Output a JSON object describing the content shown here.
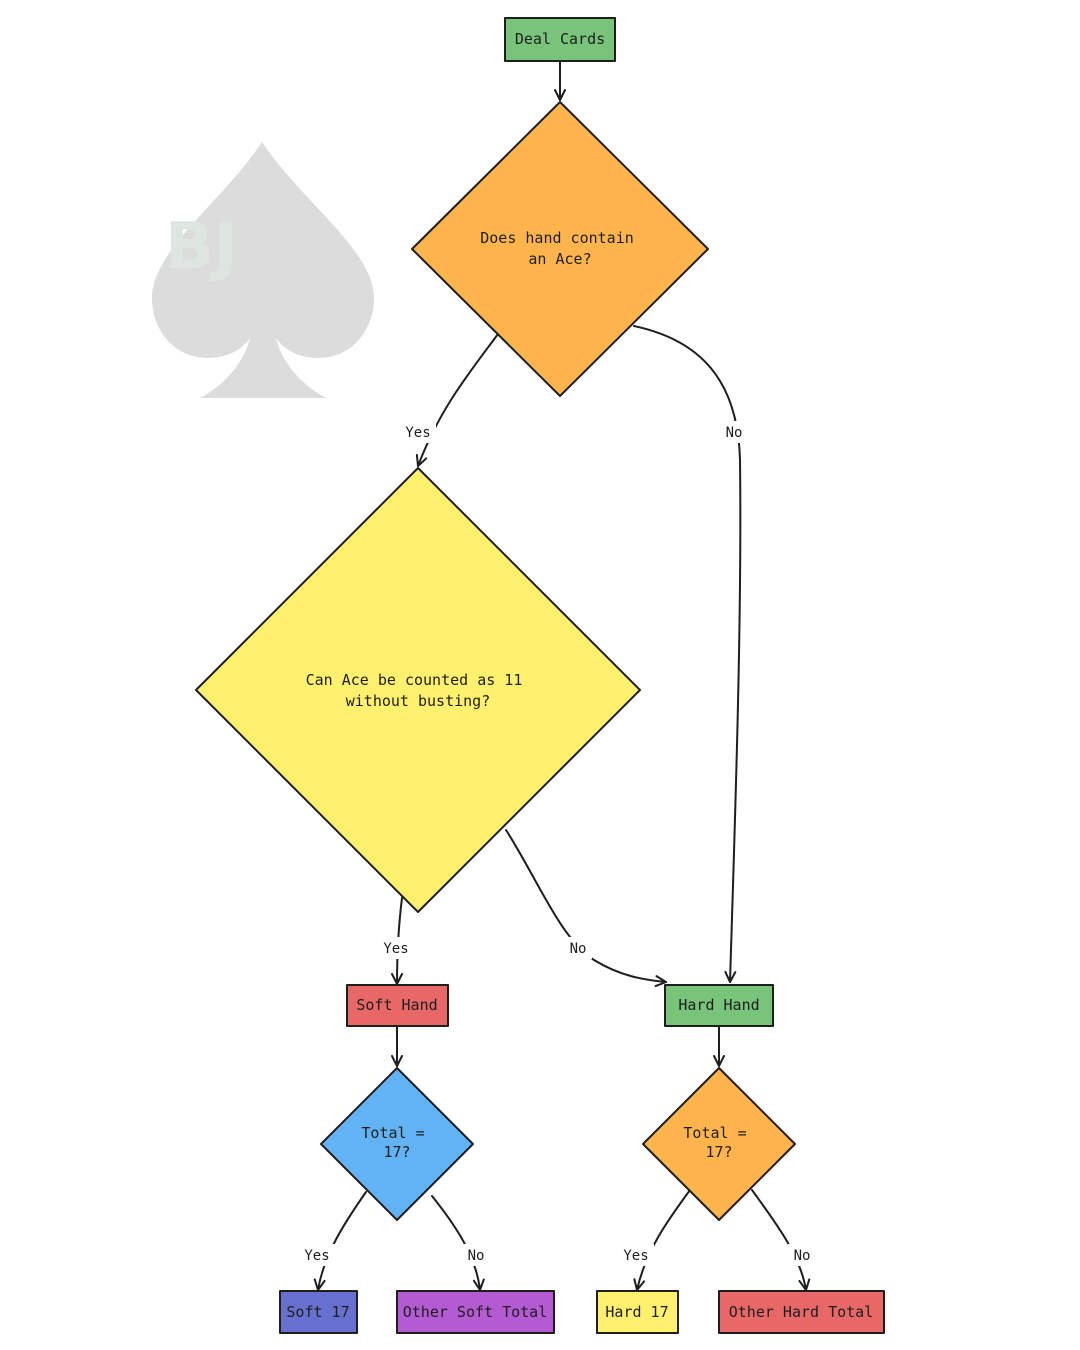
{
  "logo": {
    "text": "BJ"
  },
  "colors": {
    "green": "#77c47a",
    "orange": "#ffb54b",
    "yellow": "#fff06e",
    "red": "#e86868",
    "blue": "#62b3f4",
    "indigo": "#6770cf",
    "purple": "#b45bd3",
    "spade": "#dcdcdc"
  },
  "nodes": {
    "deal_cards": {
      "label": "Deal Cards"
    },
    "has_ace": {
      "line1": "Does hand contain",
      "line2": "an Ace?"
    },
    "ace_eleven": {
      "line1": "Can Ace be counted as 11",
      "line2": "without busting?"
    },
    "soft_hand": {
      "label": "Soft Hand"
    },
    "hard_hand": {
      "label": "Hard Hand"
    },
    "soft_total": {
      "line1": "Total =",
      "line2": "17?"
    },
    "hard_total": {
      "line1": "Total =",
      "line2": "17?"
    },
    "soft_17": {
      "label": "Soft 17"
    },
    "other_soft": {
      "label": "Other Soft Total"
    },
    "hard_17": {
      "label": "Hard 17"
    },
    "other_hard": {
      "label": "Other Hard Total"
    }
  },
  "edges": {
    "ace_yes": "Yes",
    "ace_no": "No",
    "eleven_yes": "Yes",
    "eleven_no": "No",
    "soft_yes": "Yes",
    "soft_no": "No",
    "hard_yes": "Yes",
    "hard_no": "No"
  }
}
